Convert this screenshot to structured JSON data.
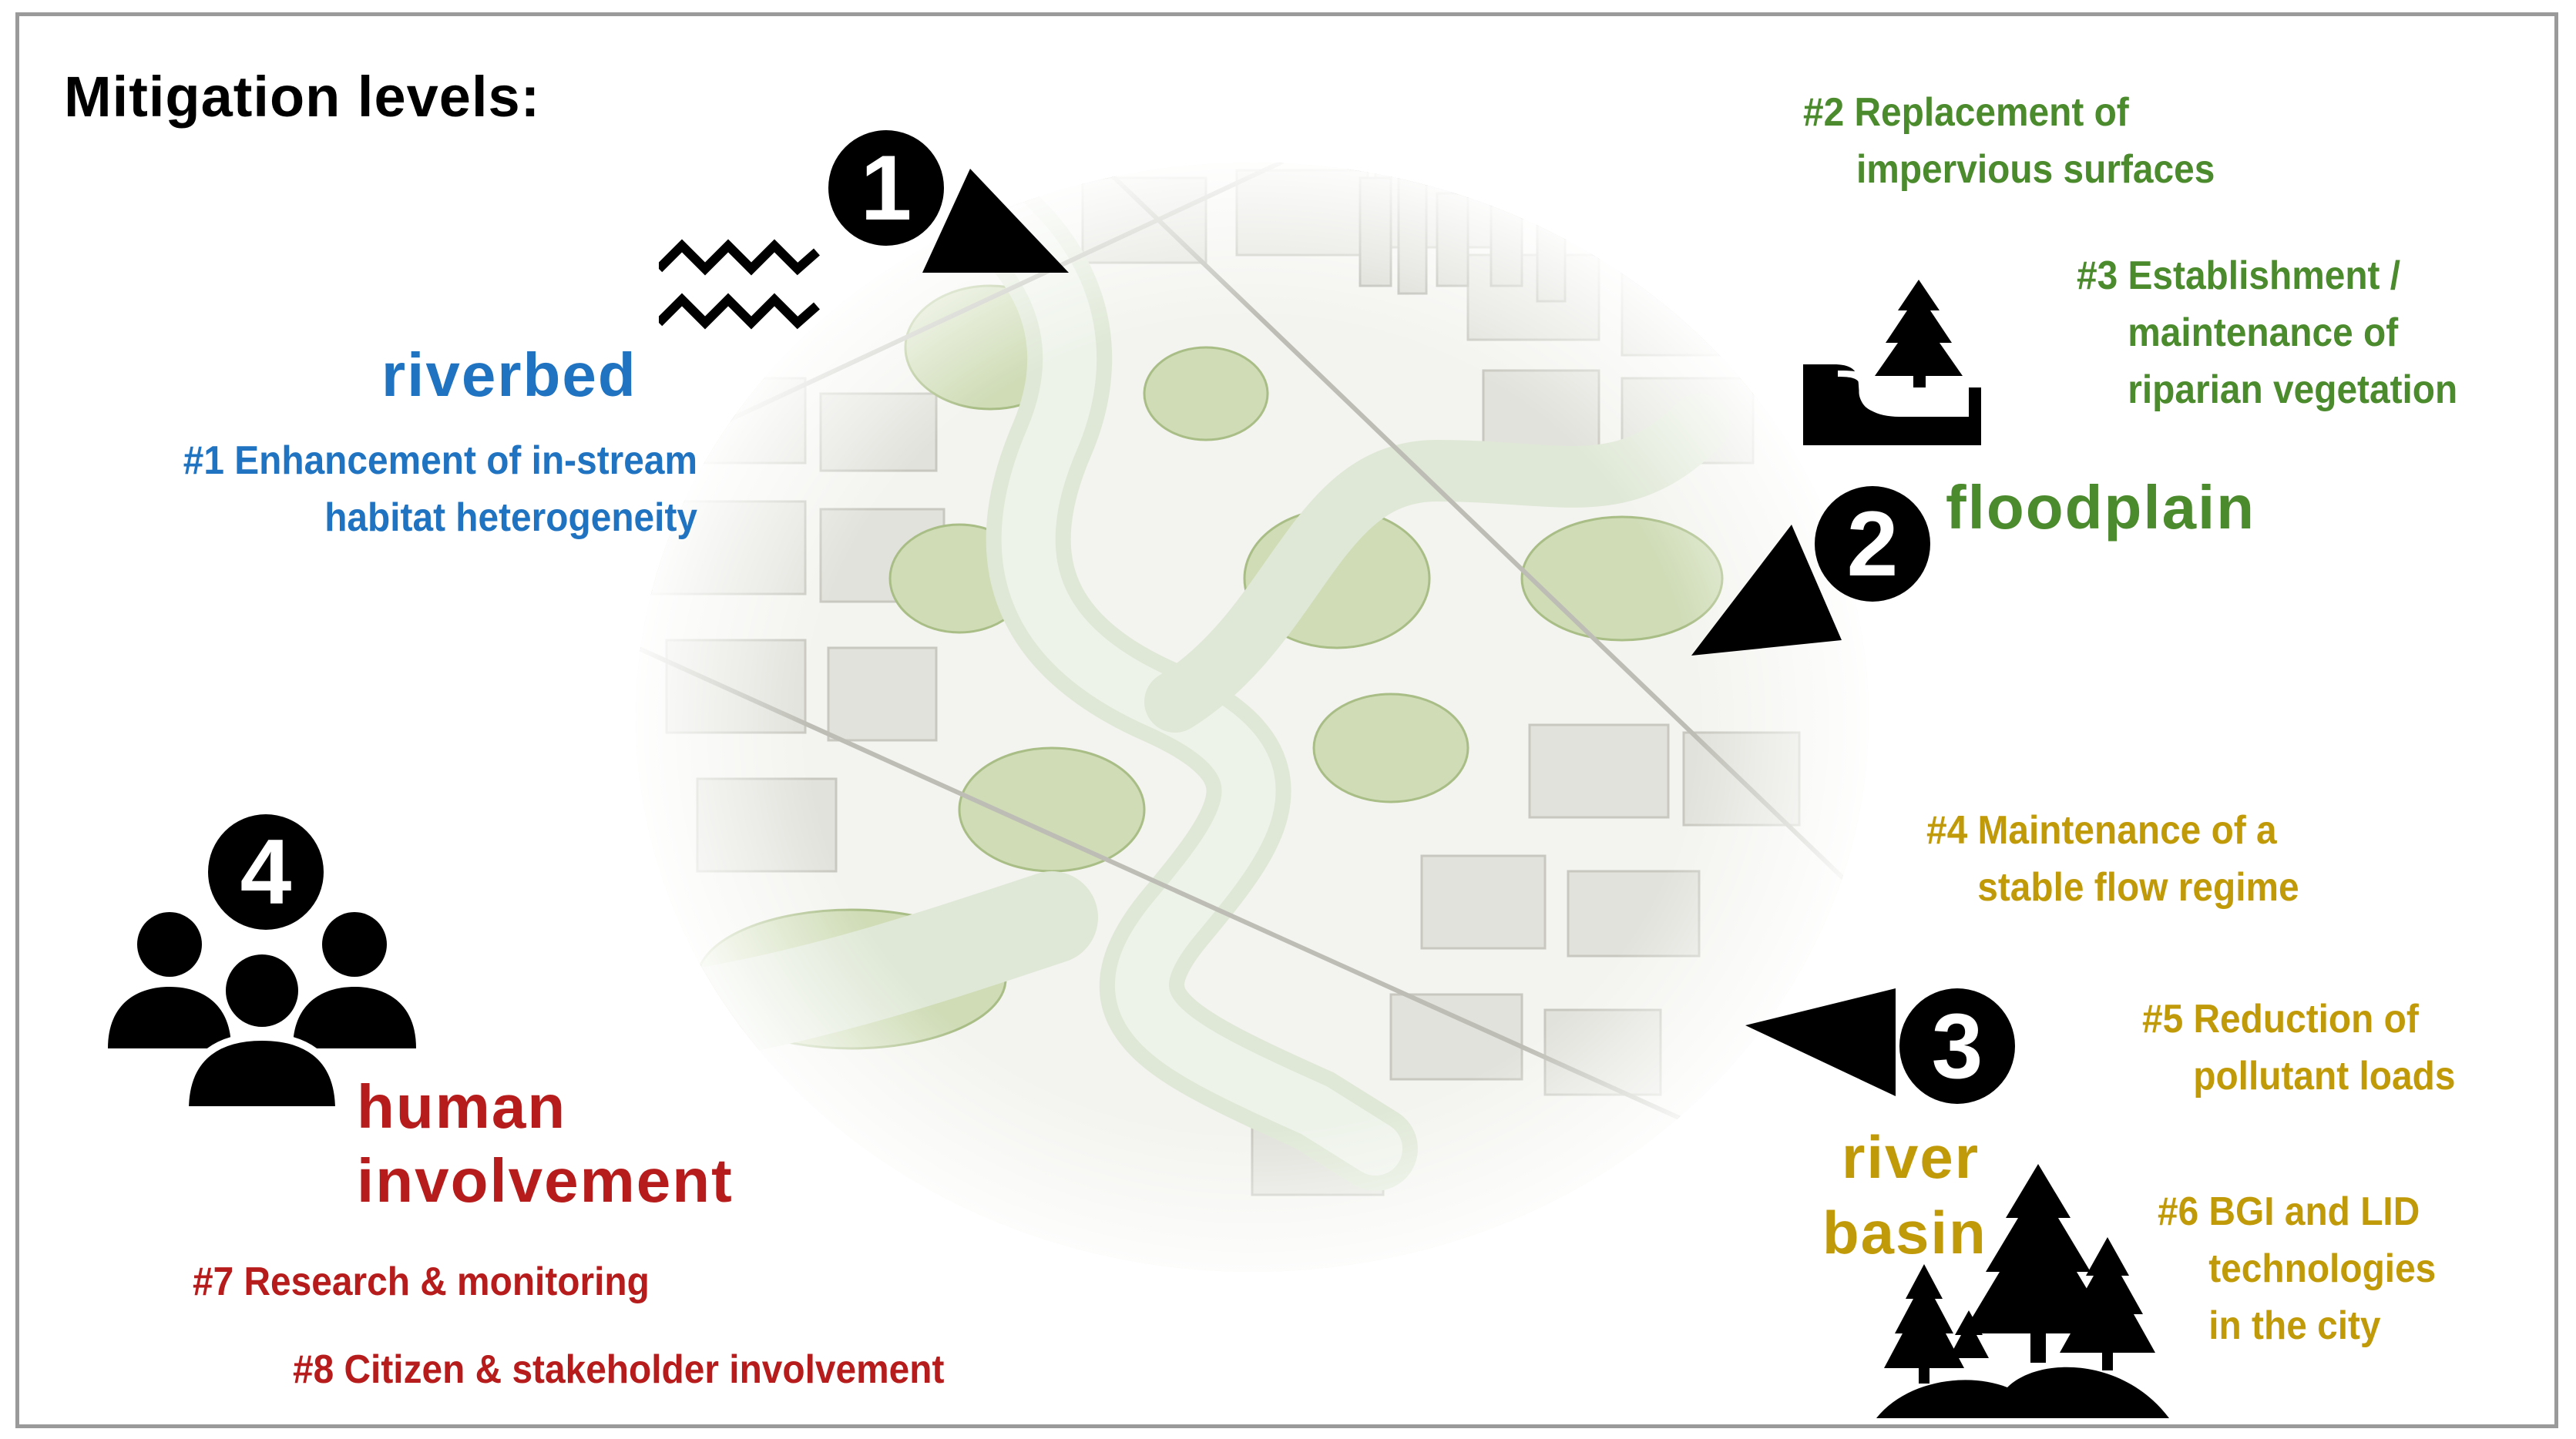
{
  "title": "Mitigation levels:",
  "levels": {
    "riverbed": {
      "number": "1",
      "label": "riverbed",
      "items": [
        "#1 Enhancement of in-stream",
        "habitat heterogeneity"
      ]
    },
    "floodplain": {
      "number": "2",
      "label": "floodplain",
      "item2": [
        "#2 Replacement of",
        "impervious surfaces"
      ],
      "item3": [
        "#3 Establishment /",
        "maintenance of",
        "riparian vegetation"
      ]
    },
    "basin": {
      "number": "3",
      "label_line1": "river",
      "label_line2": "basin",
      "item4": [
        "#4 Maintenance of a",
        "stable flow regime"
      ],
      "item5": [
        "#5 Reduction of",
        "pollutant loads"
      ],
      "item6": [
        "#6 BGI and LID",
        "technologies",
        "in the city"
      ]
    },
    "human": {
      "number": "4",
      "label_line1": "human",
      "label_line2": "involvement",
      "item7": "#7 Research & monitoring",
      "item8": "#8 Citizen & stakeholder involvement"
    }
  },
  "colors": {
    "riverbed": "#1f73c1",
    "floodplain": "#4c8a2e",
    "basin": "#c19a0a",
    "human": "#b71c1c"
  },
  "icons": [
    "wave-icon",
    "river-tree-icon",
    "forest-icon",
    "people-group-icon",
    "pointer-triangle-icon"
  ]
}
